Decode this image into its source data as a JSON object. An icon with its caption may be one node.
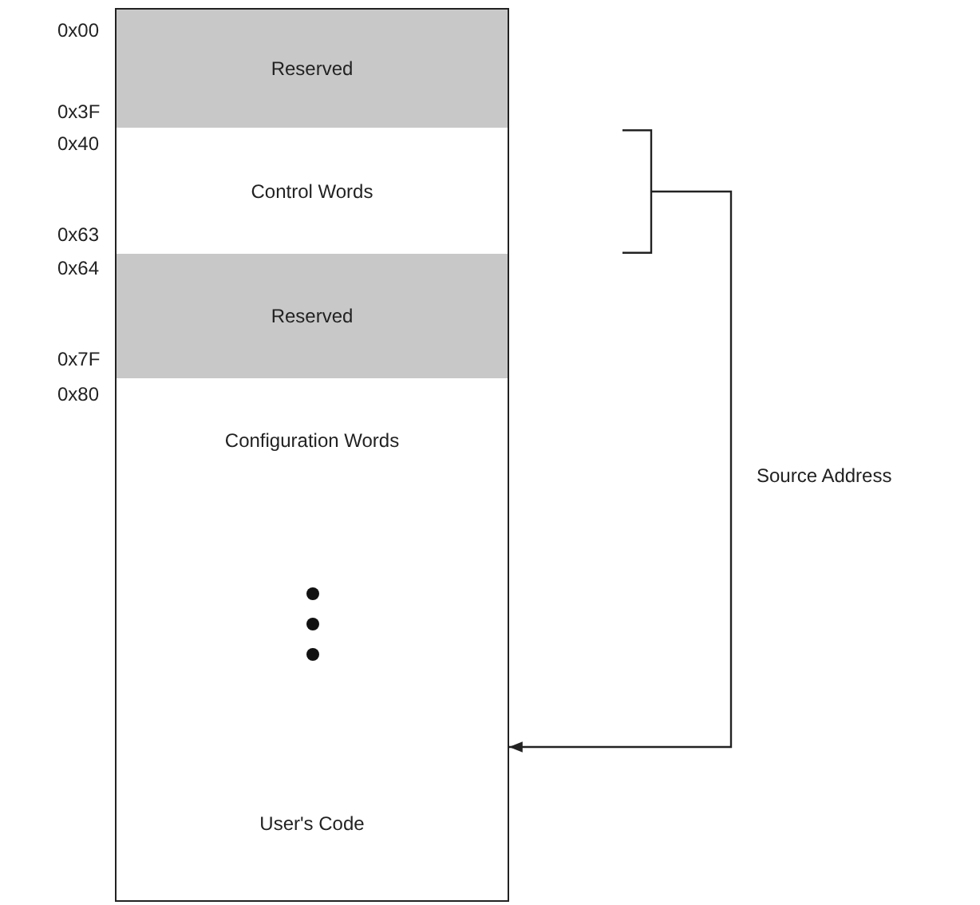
{
  "diagram": {
    "nodes": [
      {
        "text": [
          "Reserved"
        ]
      },
      {
        "text": [
          "Control Words"
        ]
      },
      {
        "text": [
          "Reserved"
        ]
      },
      {
        "text": [
          "Configuration Words"
        ]
      },
      {
        "text": [],
        "shape": "box"
      },
      {
        "text": [
          "User's Code"
        ]
      },
      {
        "text": [],
        "shape": "bracket"
      }
    ],
    "edges": [
      {
        "from": 6,
        "to": 5,
        "arrow": "to",
        "label": "Source Address"
      }
    ],
    "labels": [
      "0x00",
      "0x3F",
      "0x40",
      "0x63",
      "0x64",
      "0x7F",
      "0x80"
    ]
  }
}
